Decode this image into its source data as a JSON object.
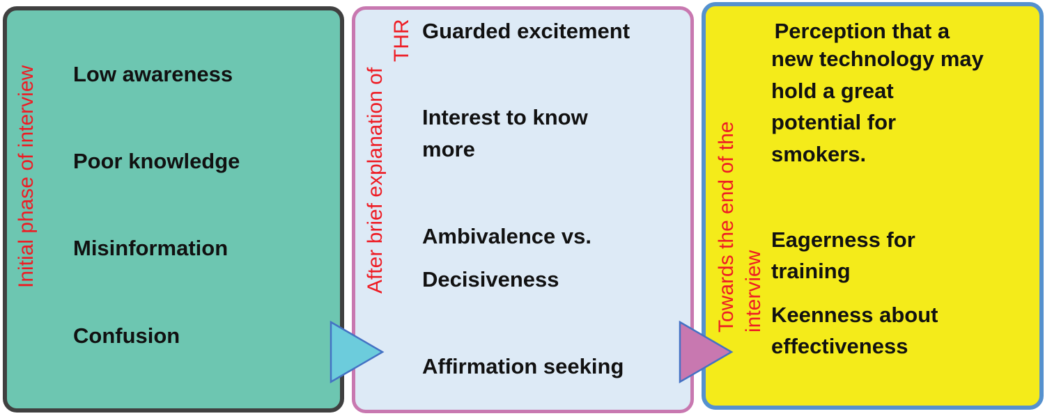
{
  "stages": [
    {
      "label": "Initial phase of interview",
      "items": [
        "Low awareness",
        "Poor knowledge",
        "Misinformation",
        "Confusion"
      ],
      "fill": "#6DC6B1",
      "border": "#404040"
    },
    {
      "label_line1": "After brief explanation of",
      "label_line2": "THR",
      "items": [
        "Guarded excitement",
        "Interest to know",
        "more",
        "Ambivalence vs.",
        "Decisiveness",
        "Affirmation seeking"
      ],
      "fill": "#DDEAF6",
      "border": "#C878B0"
    },
    {
      "label_line1": "Towards the end of the",
      "label_line2": "interview",
      "items": [
        " Perception that a",
        "new technology may",
        "hold a great",
        "potential for",
        "smokers.",
        "Eagerness for",
        "training",
        "Keenness about",
        "effectiveness"
      ],
      "fill": "#F4EB1A",
      "border": "#5591CE"
    }
  ],
  "arrows": [
    {
      "icon": "right-triangle-arrow-icon",
      "fill": "#6CCCDC",
      "stroke": "#4472C4"
    },
    {
      "icon": "right-triangle-arrow-icon",
      "fill": "#C878B0",
      "stroke": "#4472C4"
    }
  ],
  "label_color": "#EE1C24"
}
